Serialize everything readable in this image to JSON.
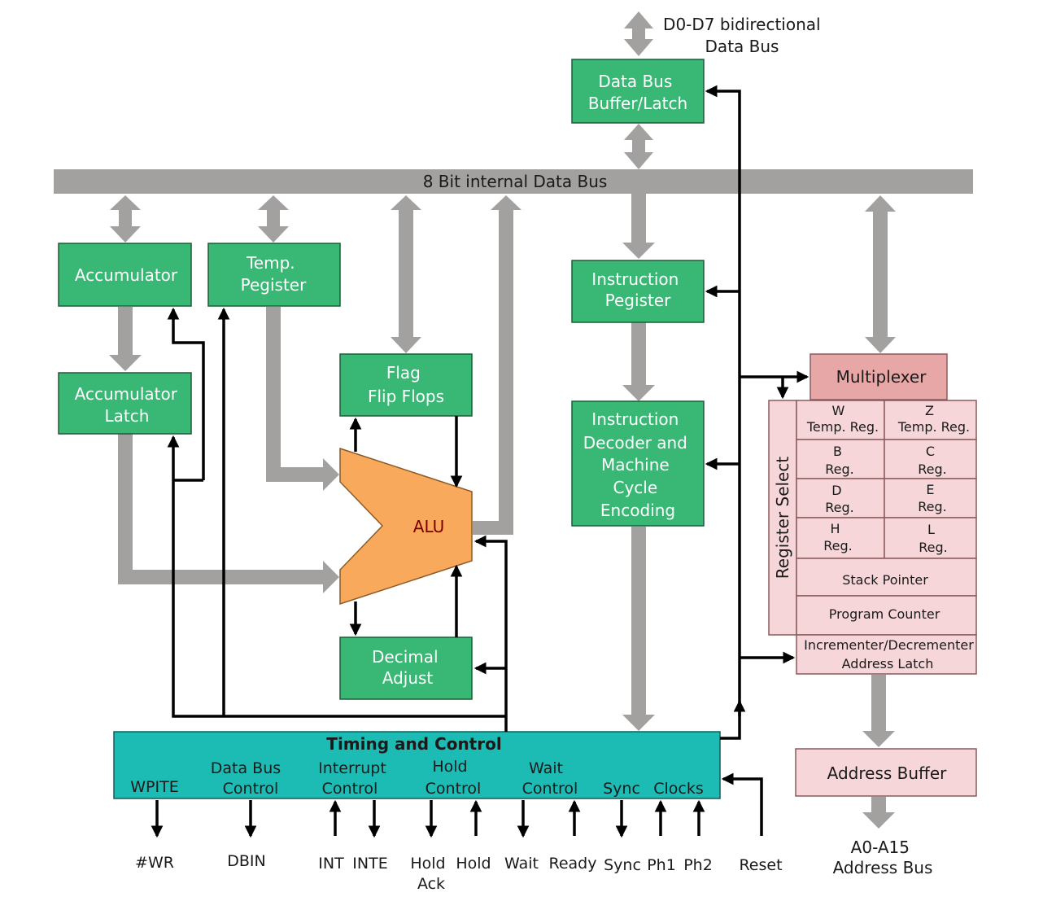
{
  "labels": {
    "external_data_bus": [
      "D0-D7 bidirectional",
      "Data Bus"
    ],
    "internal_bus": "8 Bit internal Data Bus",
    "data_bus_buffer": [
      "Data Bus",
      "Buffer/Latch"
    ],
    "accumulator": "Accumulator",
    "temp_register": [
      "Temp.",
      "Pegister"
    ],
    "accumulator_latch": [
      "Accumulator",
      "Latch"
    ],
    "flag_flip_flops": [
      "Flag",
      "Flip Flops"
    ],
    "alu": "ALU",
    "decimal_adjust": [
      "Decimal",
      "Adjust"
    ],
    "instruction_register": [
      "Instruction",
      "Pegister"
    ],
    "instruction_decoder": [
      "Instruction",
      "Decoder and",
      "Machine",
      "Cycle",
      "Encoding"
    ],
    "multiplexer": "Multiplexer",
    "register_select": "Register Select",
    "registers": [
      [
        "W",
        "Temp. Reg."
      ],
      [
        "Z",
        "Temp. Reg."
      ],
      [
        "B",
        "Reg."
      ],
      [
        "C",
        "Reg."
      ],
      [
        "D",
        "Reg."
      ],
      [
        "E",
        "Reg."
      ],
      [
        "H",
        "Reg."
      ],
      [
        "L",
        "Reg."
      ]
    ],
    "stack_pointer": "Stack Pointer",
    "program_counter": "Program Counter",
    "inc_dec_latch": [
      "Incrementer/Decrementer",
      "Address Latch"
    ],
    "address_buffer": "Address Buffer",
    "address_bus": [
      "A0-A15",
      "Address Bus"
    ],
    "timing_control": "Timing and Control",
    "timing_sections": {
      "write": "WPITE",
      "data_bus_control": [
        "Data Bus",
        "Control"
      ],
      "interrupt_control": [
        "Interrupt",
        "Control"
      ],
      "hold_control": [
        "Hold",
        "Control"
      ],
      "wait_control": [
        "Wait",
        "Control"
      ],
      "sync": "Sync",
      "clocks": "Clocks"
    },
    "signals": {
      "wr": "#WR",
      "dbin": "DBIN",
      "int": "INT",
      "inte": "INTE",
      "hold_ack": [
        "Hold",
        "Ack"
      ],
      "hold": "Hold",
      "wait": "Wait",
      "ready": "Ready",
      "sync": "Sync",
      "ph1": "Ph1",
      "ph2": "Ph2",
      "reset": "Reset"
    }
  },
  "colors": {
    "block_green": "#38b874",
    "register_pink": "#f6d6d8",
    "multiplexer_pink": "#e8a7a7",
    "alu_orange": "#f9a95b",
    "timing_teal": "#1cbbb4",
    "bus_gray": "#a3a0a0"
  }
}
